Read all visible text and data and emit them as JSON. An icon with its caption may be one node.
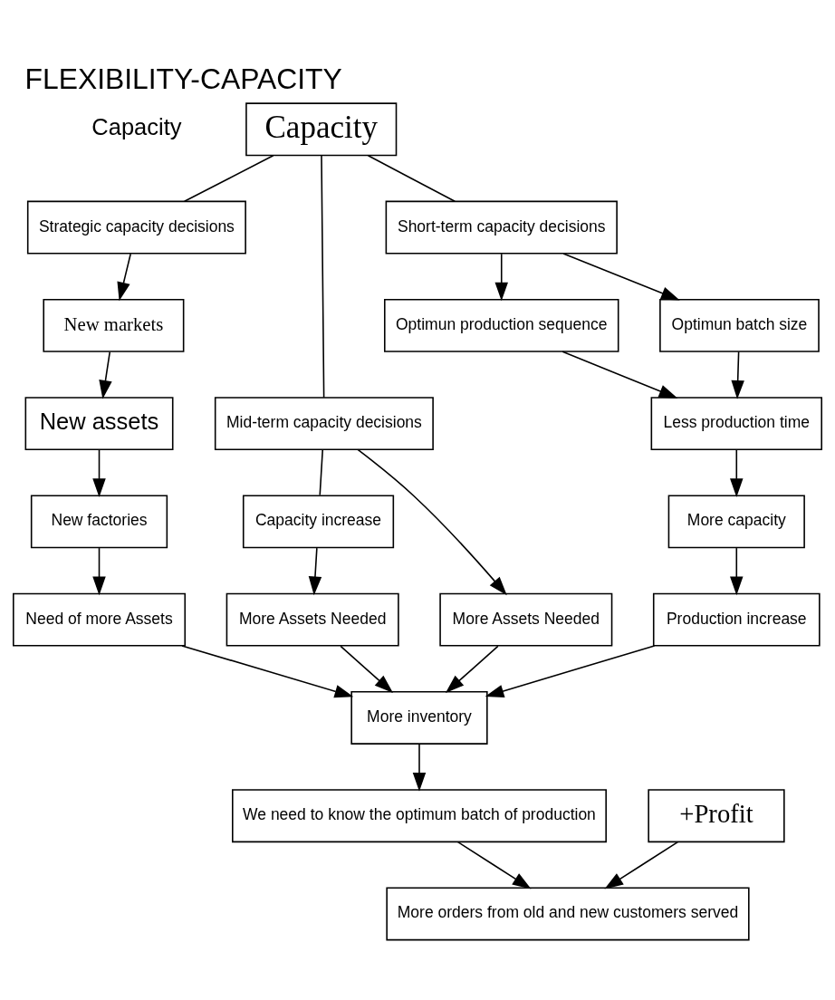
{
  "diagram": {
    "title": "FLEXIBILITY-CAPACITY",
    "nodes": [
      {
        "text": [
          "Capacity"
        ]
      },
      {
        "text": [
          "Strategic capacity decisions"
        ]
      },
      {
        "text": [
          "Mid-term capacity decisions"
        ]
      },
      {
        "text": [
          "Short-term capacity decisions"
        ]
      },
      {
        "text": [
          "New markets"
        ]
      },
      {
        "text": [
          "New assets"
        ]
      },
      {
        "text": [
          "New factories"
        ]
      },
      {
        "text": [
          "Need of more Assets"
        ]
      },
      {
        "text": [
          "More inventory"
        ]
      },
      {
        "text": [
          "Capacity increase"
        ]
      },
      {
        "text": [
          "More Assets Needed"
        ]
      },
      {
        "text": [
          "More Assets Needed"
        ]
      },
      {
        "text": [
          "Optimun production sequence"
        ]
      },
      {
        "text": [
          "Optimun batch size"
        ]
      },
      {
        "text": [
          "Less production time"
        ]
      },
      {
        "text": [
          "More capacity"
        ]
      },
      {
        "text": [
          "Production increase"
        ]
      },
      {
        "text": [
          "We need to know the optimum batch of production"
        ]
      },
      {
        "text": [
          "More orders from old and new customers served"
        ]
      },
      {
        "text": [
          "+Profit"
        ]
      }
    ],
    "edges": [
      {
        "from": 0,
        "to": 1,
        "arrow": "none"
      },
      {
        "from": 0,
        "to": 2,
        "arrow": "none"
      },
      {
        "from": 0,
        "to": 3,
        "arrow": "none"
      },
      {
        "from": 1,
        "to": 4,
        "arrow": "to"
      },
      {
        "from": 4,
        "to": 5,
        "arrow": "to"
      },
      {
        "from": 5,
        "to": 6,
        "arrow": "to"
      },
      {
        "from": 6,
        "to": 7,
        "arrow": "to"
      },
      {
        "from": 7,
        "to": 8,
        "arrow": "to"
      },
      {
        "from": 2,
        "to": 9,
        "arrow": "none"
      },
      {
        "from": 2,
        "to": 11,
        "arrow": "to"
      },
      {
        "from": 9,
        "to": 10,
        "arrow": "to"
      },
      {
        "from": 10,
        "to": 8,
        "arrow": "to"
      },
      {
        "from": 11,
        "to": 8,
        "arrow": "to"
      },
      {
        "from": 3,
        "to": 12,
        "arrow": "to"
      },
      {
        "from": 3,
        "to": 13,
        "arrow": "to"
      },
      {
        "from": 12,
        "to": 14,
        "arrow": "to"
      },
      {
        "from": 13,
        "to": 14,
        "arrow": "to"
      },
      {
        "from": 14,
        "to": 15,
        "arrow": "to"
      },
      {
        "from": 15,
        "to": 16,
        "arrow": "to"
      },
      {
        "from": 16,
        "to": 8,
        "arrow": "to"
      },
      {
        "from": 8,
        "to": 17,
        "arrow": "to"
      },
      {
        "from": 17,
        "to": 18,
        "arrow": "to"
      },
      {
        "from": 19,
        "to": 18,
        "arrow": "to"
      }
    ],
    "labels": [
      "Capacity"
    ]
  }
}
